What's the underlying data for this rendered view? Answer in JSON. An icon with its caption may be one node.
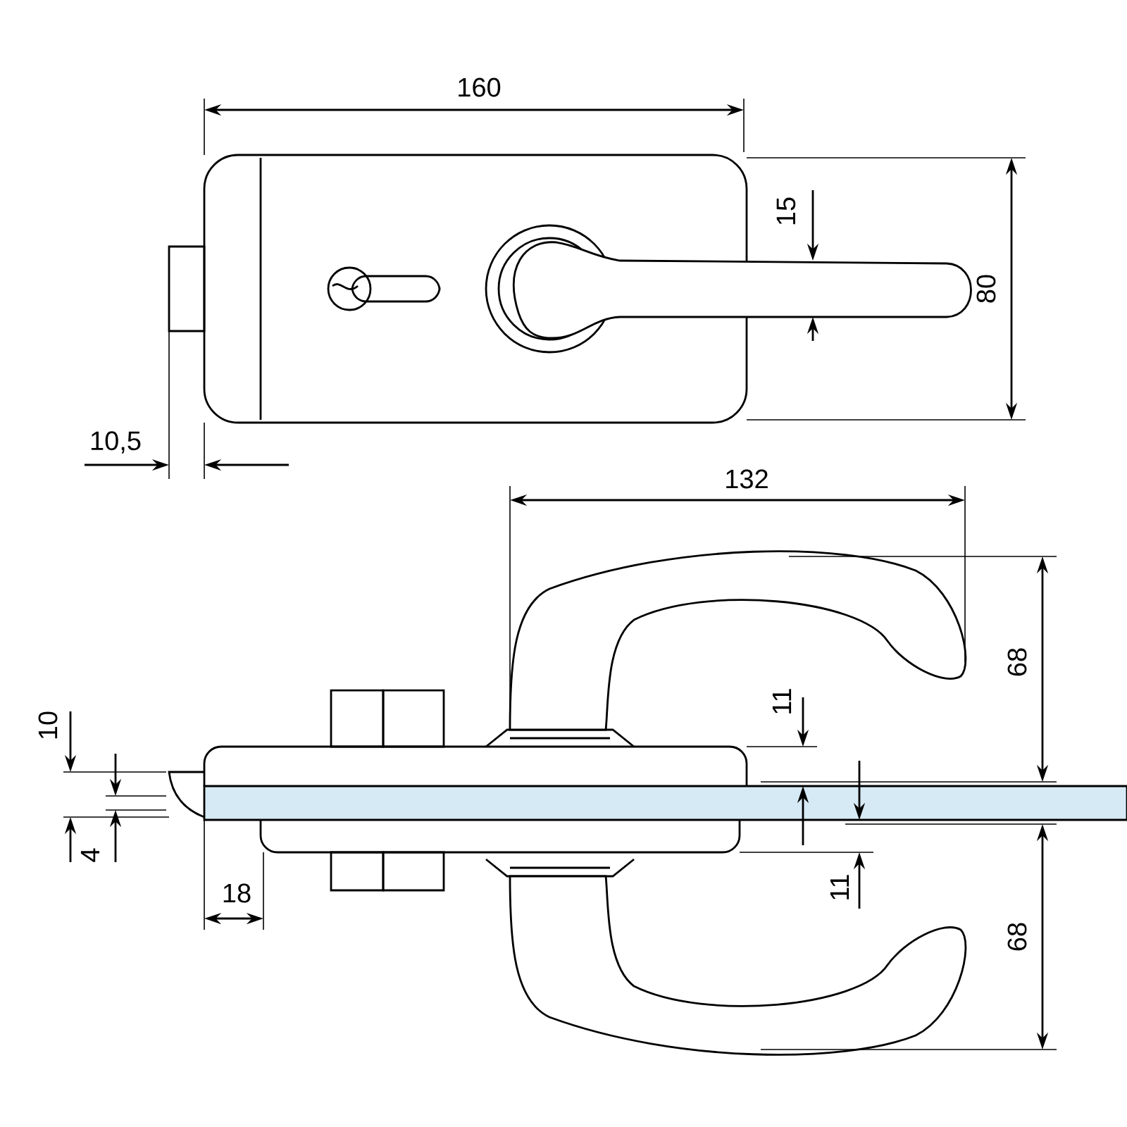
{
  "diagram": {
    "labels": [
      "160",
      "15",
      "80",
      "10,5",
      "132",
      "68",
      "11",
      "10",
      "4",
      "18",
      "11",
      "68"
    ]
  }
}
